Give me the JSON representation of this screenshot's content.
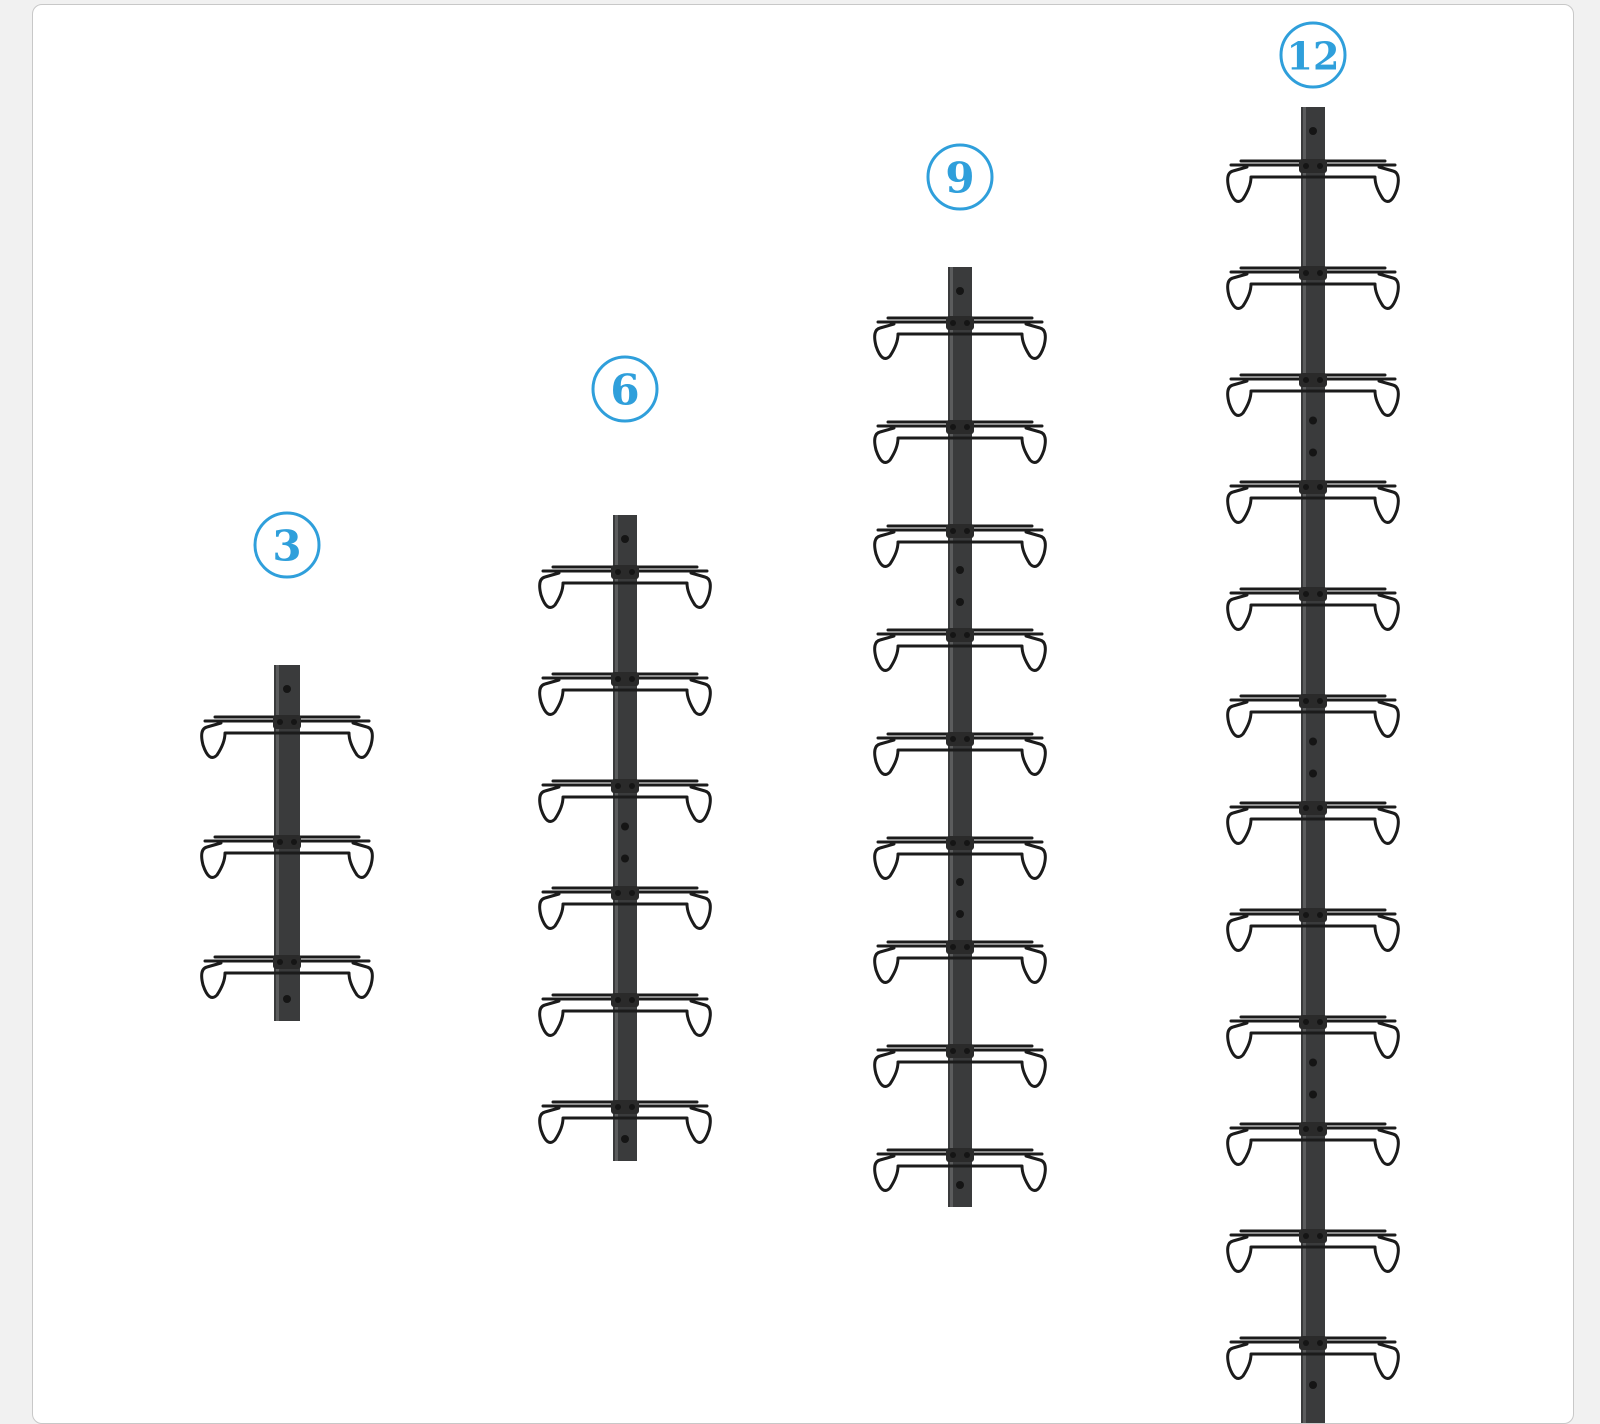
{
  "colors": {
    "badge_accent": "#2f9fdb",
    "rail": "#3a3b3c",
    "wire": "#1b1b1b",
    "background": "#ffffff"
  },
  "racks": [
    {
      "id": "rack-3",
      "count_label": "3",
      "bottles": 3
    },
    {
      "id": "rack-6",
      "count_label": "6",
      "bottles": 6
    },
    {
      "id": "rack-9",
      "count_label": "9",
      "bottles": 9
    },
    {
      "id": "rack-12",
      "count_label": "12",
      "bottles": 12
    }
  ]
}
